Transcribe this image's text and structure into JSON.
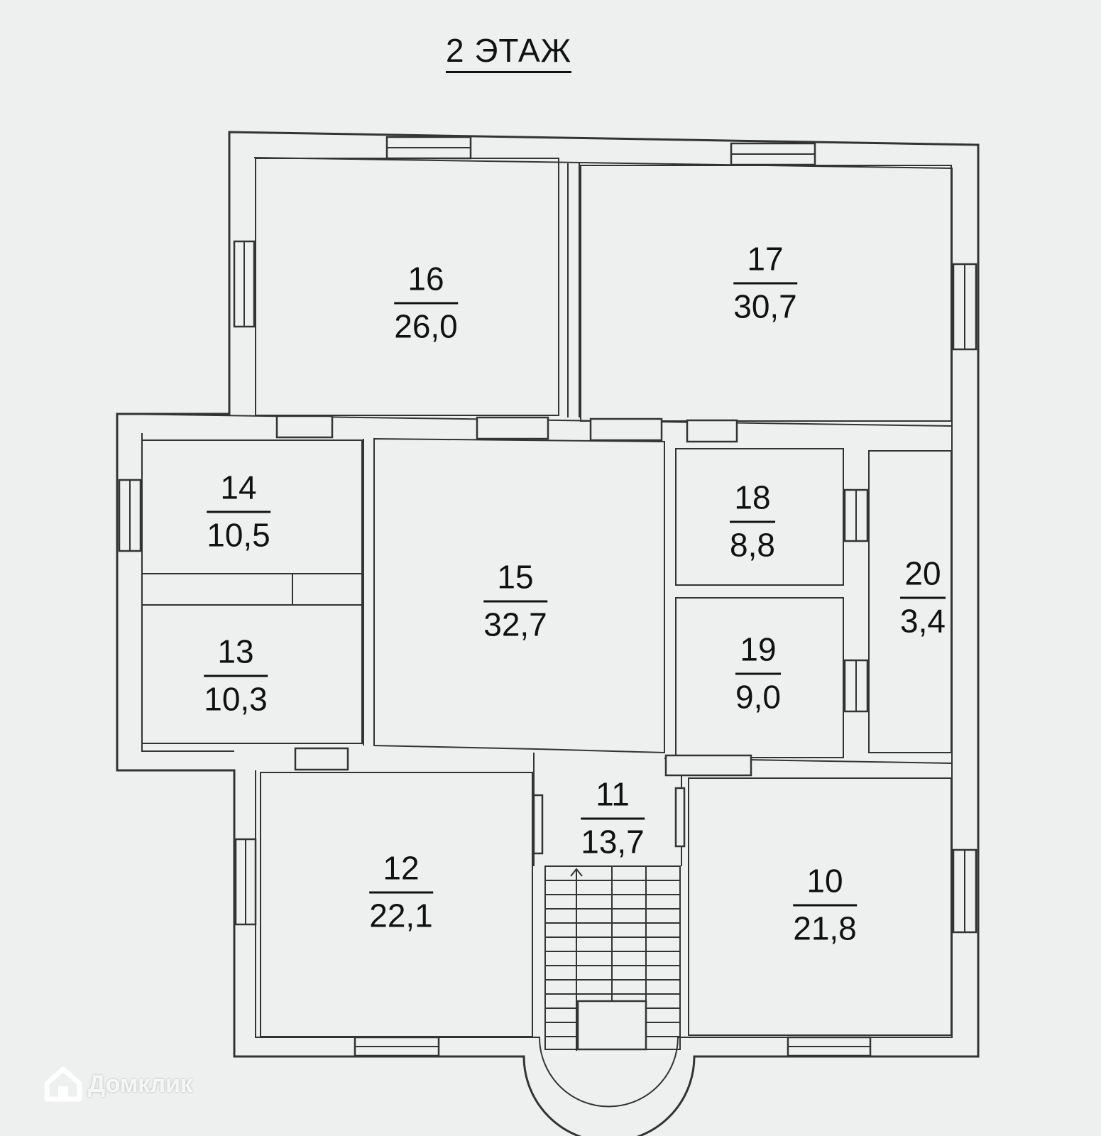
{
  "title": "2 ЭТАЖ",
  "rooms": [
    {
      "number": "16",
      "area": "26,0"
    },
    {
      "number": "17",
      "area": "30,7"
    },
    {
      "number": "14",
      "area": "10,5"
    },
    {
      "number": "15",
      "area": "32,7"
    },
    {
      "number": "18",
      "area": "8,8"
    },
    {
      "number": "20",
      "area": "3,4"
    },
    {
      "number": "13",
      "area": "10,3"
    },
    {
      "number": "19",
      "area": "9,0"
    },
    {
      "number": "11",
      "area": "13,7"
    },
    {
      "number": "12",
      "area": "22,1"
    },
    {
      "number": "10",
      "area": "21,8"
    }
  ],
  "watermark": {
    "text": "Домклик",
    "icon": "house-logo-icon"
  }
}
